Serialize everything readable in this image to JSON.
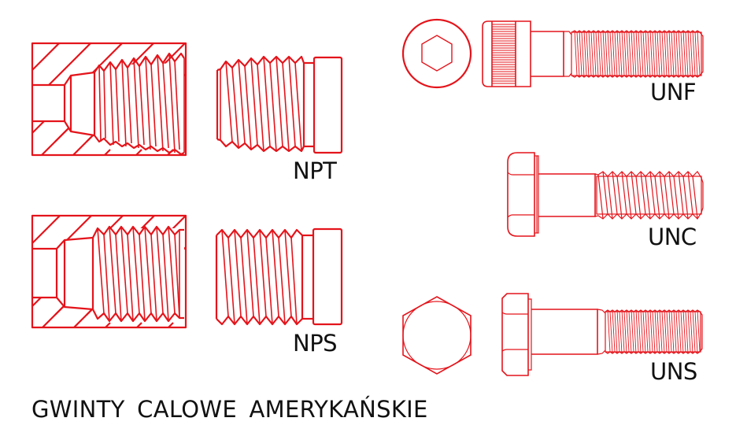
{
  "title": "GWINTY CALOWE AMERYKAŃSKIE",
  "colors": {
    "drawing": "#e4141b",
    "text": "#111111",
    "background": "#ffffff"
  },
  "figures": [
    {
      "id": "npt",
      "label": "NPT",
      "items": [
        "internal-tapered-thread-section",
        "external-tapered-plug"
      ]
    },
    {
      "id": "nps",
      "label": "NPS",
      "items": [
        "internal-straight-thread-section",
        "external-straight-plug"
      ]
    },
    {
      "id": "unf",
      "label": "UNF",
      "items": [
        "socket-head-top-view",
        "socket-head-cap-screw-side-view"
      ]
    },
    {
      "id": "unc",
      "label": "UNC",
      "items": [
        "hex-bolt-side-view"
      ]
    },
    {
      "id": "uns",
      "label": "UNS",
      "items": [
        "hex-head-top-view",
        "hex-bolt-side-view"
      ]
    }
  ]
}
